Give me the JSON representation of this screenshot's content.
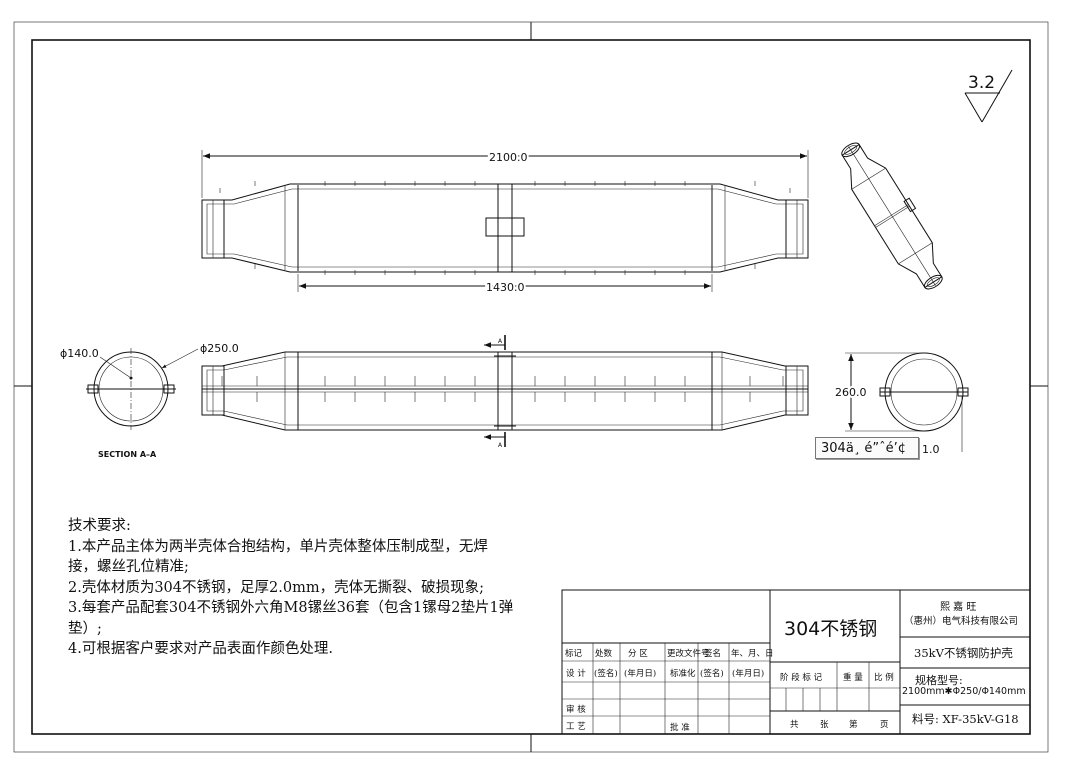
{
  "drawing": {
    "dimensions": {
      "overall_length": "2100.0",
      "body_length": "1430.0",
      "small_diameter": "ϕ140.0",
      "large_diameter": "ϕ250.0",
      "height": "260.0",
      "partial_dim": "1.0"
    },
    "roughness": "3.2",
    "section_label": "SECTION A–A",
    "section_mark": "A",
    "callout_text": "304ä¸ é”ˆé’¢"
  },
  "notes": {
    "heading": "技术要求:",
    "lines": [
      "1.本产品主体为两半壳体合抱结构，单片壳体整体压制成型，无焊",
      "接，螺丝孔位精准;",
      "2.壳体材质为304不锈钢，足厚2.0mm，壳体无撕裂、破损现象;",
      "3.每套产品配套304不锈钢外六角M8镙丝36套（包含1镙母2垫片1弹",
      "垫）;",
      "4.可根据客户要求对产品表面作颜色处理."
    ]
  },
  "title_block": {
    "material": "304不锈钢",
    "company_line1": "熙 嘉 旺",
    "company_line2": "（惠州）电气科技有限公司",
    "product_name": "35kV不锈钢防护壳",
    "spec_label": "规格型号:",
    "spec_value": "2100mm✱Φ250/Φ140mm",
    "part_no": "料号: XF-35kV-G18",
    "row1": [
      "标记",
      "处数",
      "分 区",
      "更改文件号",
      "签名",
      "年、月、日"
    ],
    "row2": [
      "设 计",
      "(签名)",
      "(年月日)",
      "标准化",
      "(签名)",
      "(年月日)"
    ],
    "row_review": "审 核",
    "row_process": "工 艺",
    "approve": "批 准",
    "stage_headers": [
      "阶 段 标 记",
      "重 量",
      "比 例"
    ],
    "sheet_row": [
      "共",
      "张",
      "第",
      "页"
    ]
  }
}
